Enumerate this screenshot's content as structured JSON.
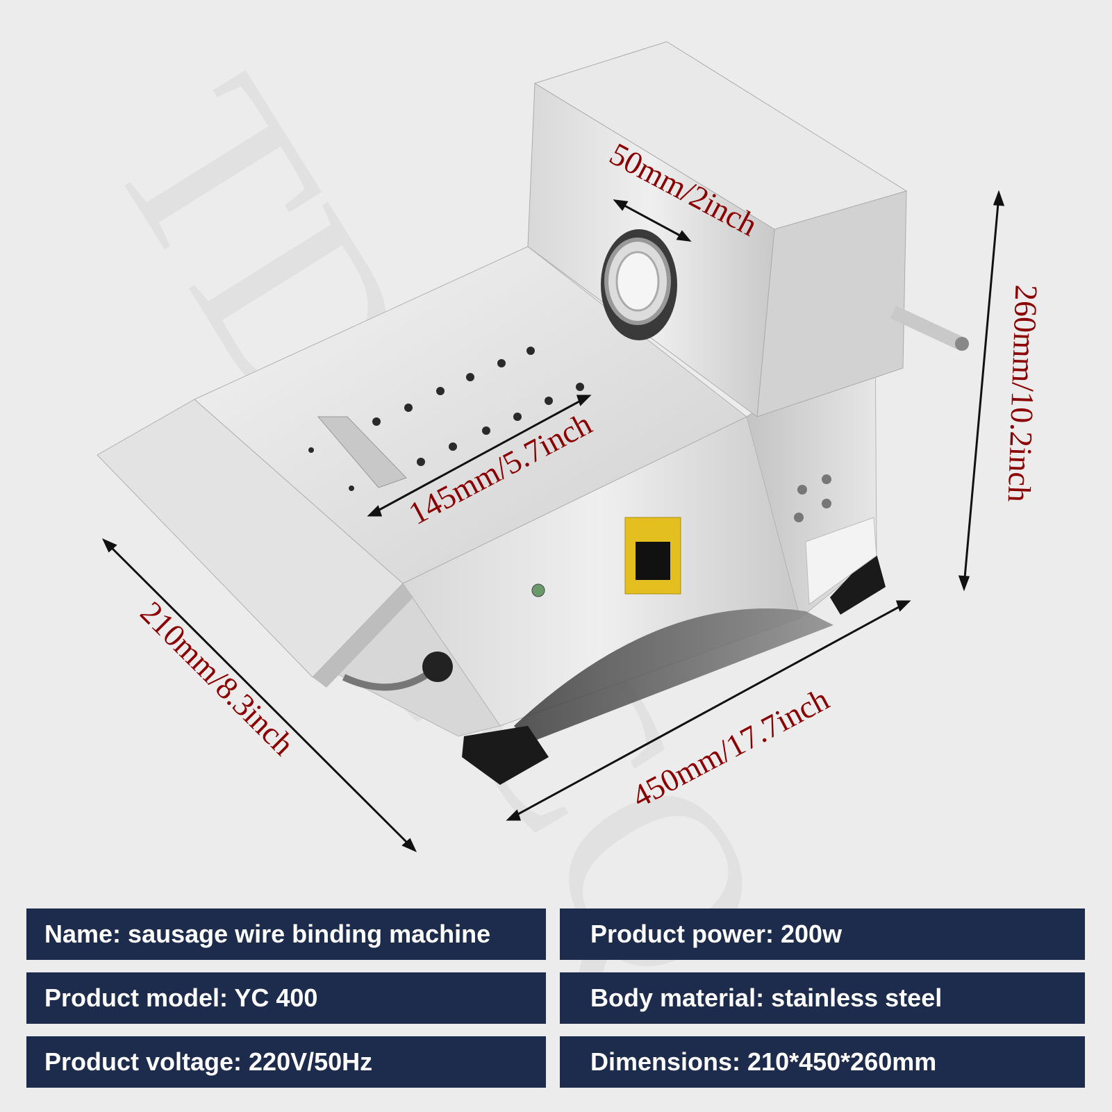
{
  "watermark": "TDSQCQ",
  "product_photo": {
    "subject": "sausage wire binding machine",
    "panel_labels": [
      "",
      ""
    ]
  },
  "dimensions": {
    "opening": "50mm/2inch",
    "tray_length": "145mm/5.7inch",
    "height": "260mm/10.2inch",
    "depth": "210mm/8.3inch",
    "width": "450mm/17.7inch"
  },
  "colors": {
    "dimension_text": "#8b0000",
    "spec_box_bg": "#1d2b4c",
    "spec_text": "#ffffff",
    "background": "#ececec"
  },
  "specs": {
    "name": "Name: sausage wire binding machine",
    "model": "Product model: YC 400",
    "voltage": "Product voltage: 220V/50Hz",
    "power": "Product power: 200w",
    "material": "Body material: stainless steel",
    "dimensions": "Dimensions: 210*450*260mm"
  }
}
